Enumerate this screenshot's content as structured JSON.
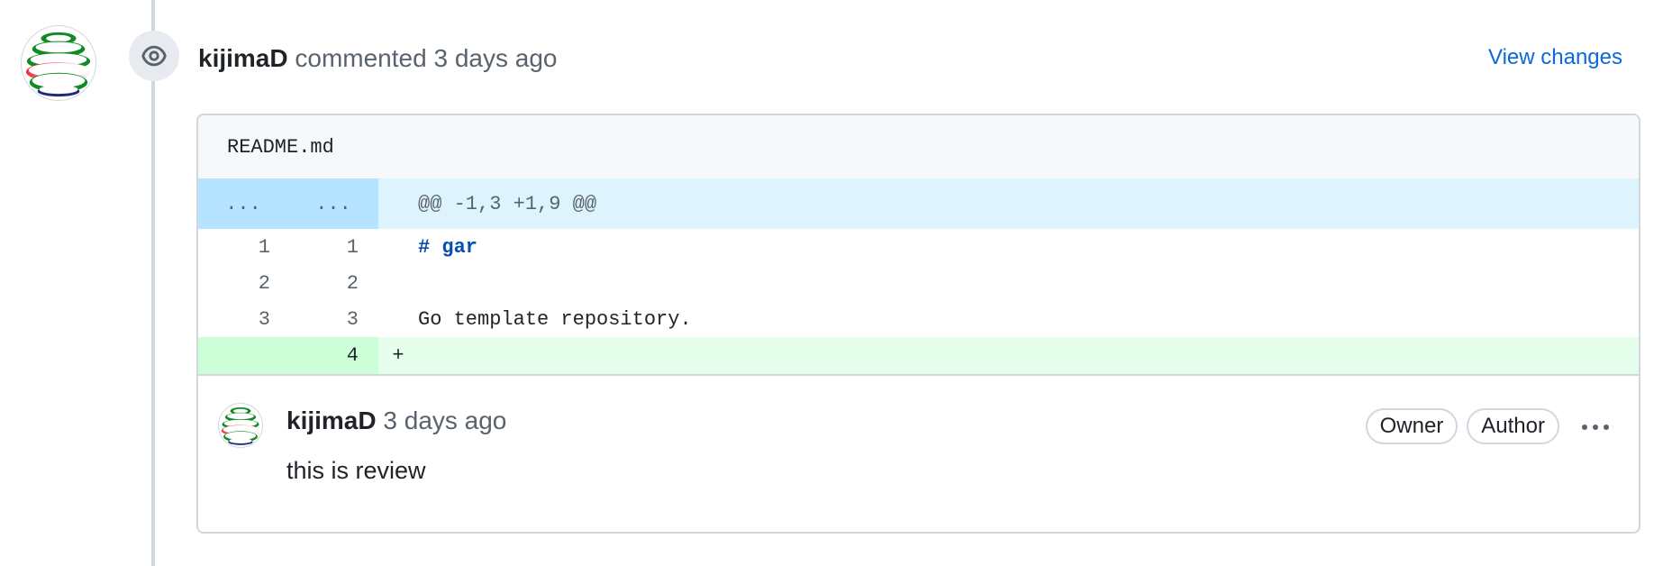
{
  "event": {
    "author": "kijimaD",
    "action": "commented",
    "time": "3 days ago",
    "view_changes_label": "View changes",
    "icon": "eye-icon"
  },
  "file": {
    "name": "README.md"
  },
  "diff": {
    "hunk": {
      "left_marker": "...",
      "right_marker": "...",
      "header": "@@ -1,3 +1,9 @@"
    },
    "context_lines": [
      {
        "old": "1",
        "new": "1",
        "marker": "#",
        "text": " gar"
      },
      {
        "old": "2",
        "new": "2",
        "text": ""
      },
      {
        "old": "3",
        "new": "3",
        "text": "Go template repository."
      }
    ],
    "added_line": {
      "new": "4",
      "marker": "+",
      "text": ""
    }
  },
  "comment": {
    "author": "kijimaD",
    "time": "3 days ago",
    "badges": [
      "Owner",
      "Author"
    ],
    "body": "this is review",
    "menu_icon": "kebab-horizontal-icon"
  },
  "colors": {
    "link": "#0969da",
    "hunk_bg": "#ddf4ff",
    "hunk_num_bg": "#b6e3ff",
    "add_bg": "#e6ffec",
    "add_num_bg": "#ccffd8",
    "heading": "#0550ae"
  }
}
